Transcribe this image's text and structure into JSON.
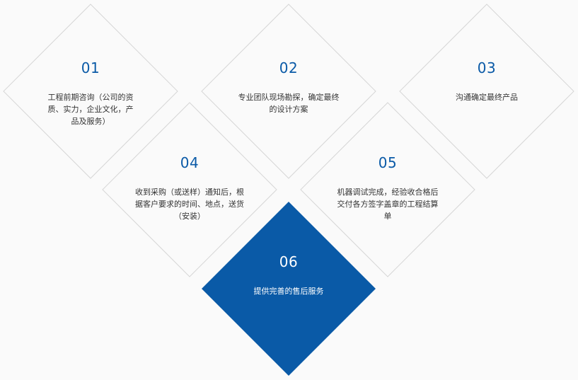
{
  "steps": [
    {
      "num": "01",
      "text": "工程前期咨询（公司的资质、实力，企业文化，产品及服务）"
    },
    {
      "num": "02",
      "text": "专业团队现场勘探，确定最终的设计方案"
    },
    {
      "num": "03",
      "text": "沟通确定最终产品"
    },
    {
      "num": "04",
      "text": "收到采购（或送样）通知后，根据客户要求的时间、地点，送货（安装）"
    },
    {
      "num": "05",
      "text": "机器调试完成，经验收合格后交付各方签字盖章的工程结算单"
    },
    {
      "num": "06",
      "text": "提供完善的售后服务"
    }
  ],
  "colors": {
    "accent": "#0a5aa7",
    "border": "#d6d6d6",
    "background": "#fafafa"
  }
}
